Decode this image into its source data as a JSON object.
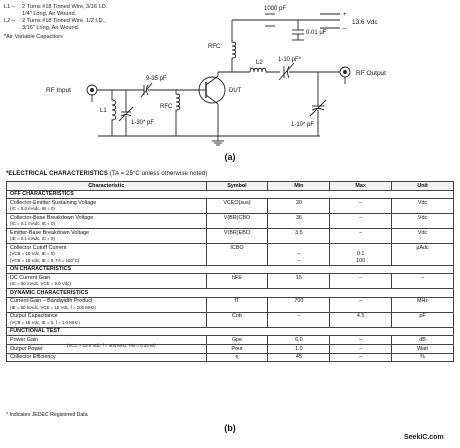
{
  "notes": {
    "l1_label": "L1 –",
    "l1_line1": "2 Turns #18 Tinned Wire, 3/16 I.D.",
    "l1_line2": "1/4\" Long, Air Wound.",
    "l2_label": "L2 –",
    "l2_line1": "2 Turns #18 Tinned Wire, 1/2 I.D.,",
    "l2_line2": "3/16\" Long, Air Wound.",
    "air_note": "*Air Variable Capacitors"
  },
  "schematic": {
    "c_1000": "1000 pF",
    "c_001": "0.01 µF",
    "vcc": "13.6 Vdc",
    "plus": "+",
    "minus": "–",
    "rfc_top": "RFC",
    "l2": "L2",
    "c_110_top": "1-10 pF*",
    "rf_output": "RF Output",
    "c_935": "9-35 pF",
    "rf_input": "RF Input",
    "l1": "L1",
    "rfc_mid": "RFC",
    "dut": "DUT",
    "c_130": "1-30* pF",
    "c_110_bot": "1-10* pF"
  },
  "caption_a": "(a)",
  "caption_b": "(b)",
  "elec": {
    "title": "*ELECTRICAL CHARACTERISTICS",
    "condition": "(TA = 25°C unless otherwise noted)",
    "headers": {
      "char": "Characteristic",
      "sym": "Symbol",
      "min": "Min",
      "max": "Max",
      "unit": "Unit"
    },
    "off": {
      "title": "OFF CHARACTERISTICS",
      "r1": {
        "name": "Collector-Emitter Sustaining Voltage",
        "cond": "(IC = 5.0 mAdc, IB = 0)",
        "sym": "VCEO(sus)",
        "min": "20",
        "max": "–",
        "unit": "Vdc"
      },
      "r2": {
        "name": "Collector-Base Breakdown Voltage",
        "cond": "(IC = 0.1 mAdc, IE = 0)",
        "sym": "V(BR)CBO",
        "min": "36",
        "max": "–",
        "unit": "Vdc"
      },
      "r3": {
        "name": "Emitter-Base Breakdown Voltage",
        "cond": "(IE = 0.1 mAdc, IC = 0)",
        "sym": "V(BR)EBO",
        "min": "3.5",
        "max": "–",
        "unit": "Vdc"
      },
      "r4": {
        "name": "Collector Cutoff Current",
        "cond1": "(VCB = 15 Vdc, IE = 0)",
        "cond2": "(VCB = 15 Vdc, IE = 0, TA = 150°C)",
        "sym": "ICBO",
        "min1": "–",
        "min2": "–",
        "max1": "0.1",
        "max2": "100",
        "unit": "µAdc"
      }
    },
    "on": {
      "title": "ON CHARACTERISTICS",
      "r1": {
        "name": "DC Current Gain",
        "cond": "(IC = 50 mAdc, VCE = 5.0 Vdc)",
        "sym": "hFE",
        "min": "15",
        "max": "–",
        "unit": "–"
      }
    },
    "dyn": {
      "title": "DYNAMIC CHARACTERISTICS",
      "r1": {
        "name": "Current-Gain – Bandwidth Product",
        "cond": "(IE = 50 mAdc, VCE = 15 Vdc, f = 200 MHz)",
        "sym": "fT",
        "min": "700",
        "max": "–",
        "unit": "MHz"
      },
      "r2": {
        "name": "Output Capacitance",
        "cond": "(VCB = 15 Vdc, IE = 0, f = 1.0 MHz)",
        "sym": "Cob",
        "min": "–",
        "max": "4.5",
        "unit": "pF"
      }
    },
    "func": {
      "title": "FUNCTIONAL TEST",
      "cond": "(VCC = 13.6 Vdc, f = 400 MHz, Pin = 0.25 W)",
      "r1": {
        "name": "Power Gain",
        "sym": "Gpe",
        "min": "6.0",
        "max": "–",
        "unit": "dB"
      },
      "r2": {
        "name": "Output Power",
        "sym": "Pout",
        "min": "1.0",
        "max": "–",
        "unit": "Watt"
      },
      "r3": {
        "name": "Collector Efficiency",
        "sym": "η",
        "min": "45",
        "max": "–",
        "unit": "%"
      }
    },
    "footnote": "* Indicates JEDEC Registered Data"
  },
  "watermark": "SeekIC.com"
}
